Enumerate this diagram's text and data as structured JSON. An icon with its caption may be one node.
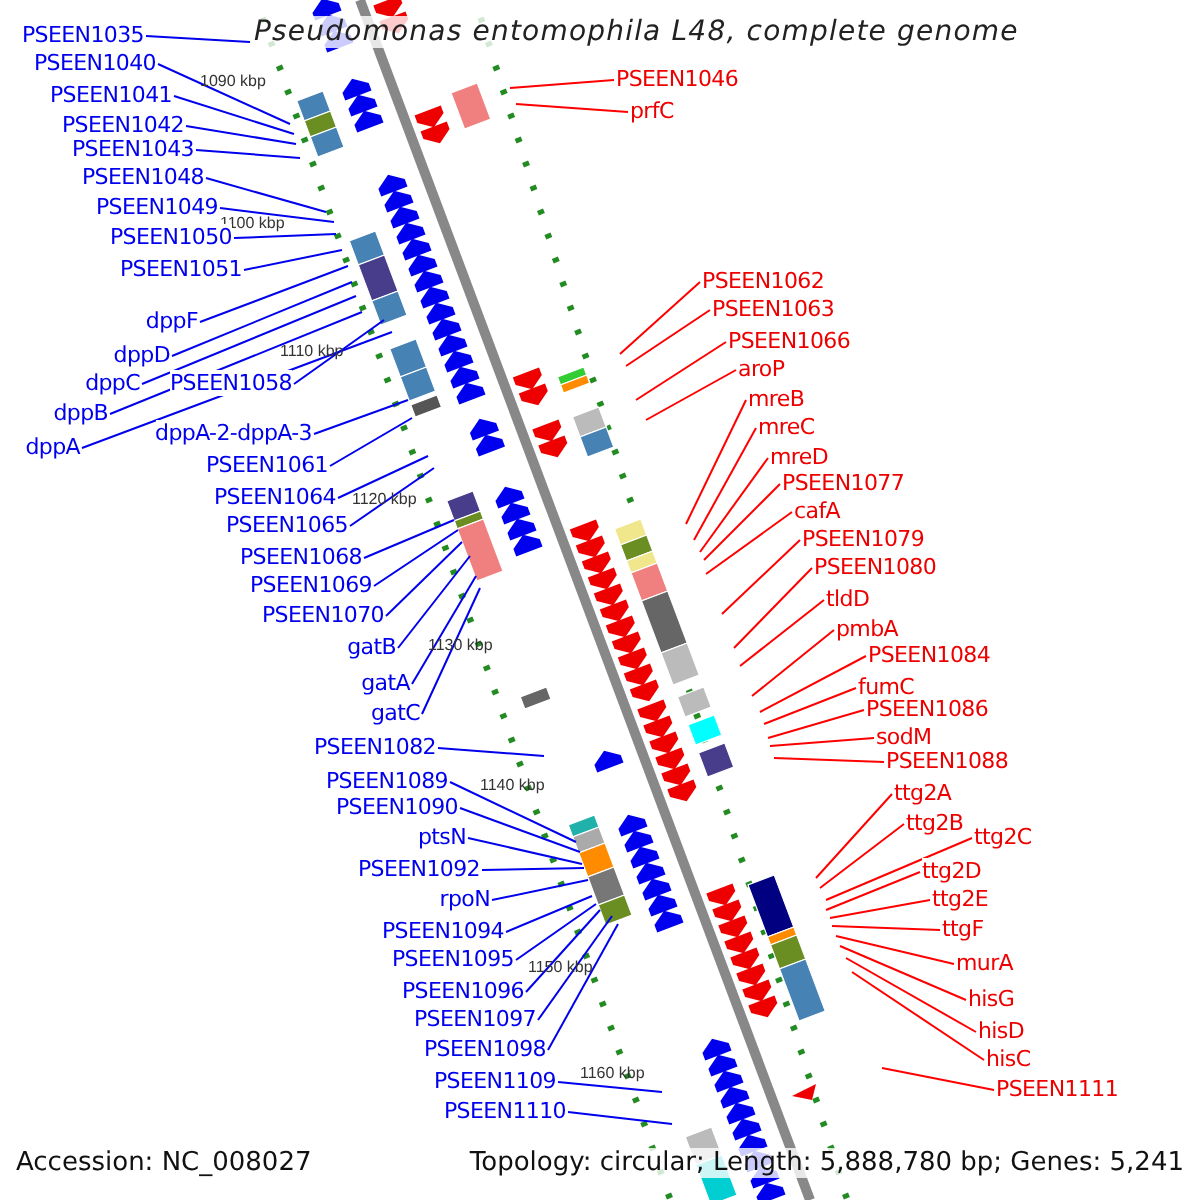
{
  "diagram": {
    "title": "Pseudomonas entomophila L48, complete genome",
    "nodes": [
      {
        "text": [
          "PSEEN1035"
        ]
      },
      {
        "text": [
          "PSEEN1040"
        ]
      },
      {
        "text": [
          "PSEEN1041"
        ]
      },
      {
        "text": [
          "PSEEN1042"
        ]
      },
      {
        "text": [
          "PSEEN1043"
        ]
      },
      {
        "text": [
          "PSEEN1048"
        ]
      },
      {
        "text": [
          "PSEEN1049"
        ]
      },
      {
        "text": [
          "PSEEN1050"
        ]
      },
      {
        "text": [
          "PSEEN1051"
        ]
      },
      {
        "text": [
          "dppF"
        ]
      },
      {
        "text": [
          "dppD"
        ]
      },
      {
        "text": [
          "dppC"
        ]
      },
      {
        "text": [
          "PSEEN1058"
        ]
      },
      {
        "text": [
          "dppB"
        ]
      },
      {
        "text": [
          "dppA"
        ]
      },
      {
        "text": [
          "dppA-2-dppA-3"
        ]
      },
      {
        "text": [
          "PSEEN1061"
        ]
      },
      {
        "text": [
          "PSEEN1064"
        ]
      },
      {
        "text": [
          "PSEEN1065"
        ]
      },
      {
        "text": [
          "PSEEN1068"
        ]
      },
      {
        "text": [
          "PSEEN1069"
        ]
      },
      {
        "text": [
          "PSEEN1070"
        ]
      },
      {
        "text": [
          "gatB"
        ]
      },
      {
        "text": [
          "gatA"
        ]
      },
      {
        "text": [
          "gatC"
        ]
      },
      {
        "text": [
          "PSEEN1082"
        ]
      },
      {
        "text": [
          "PSEEN1089"
        ]
      },
      {
        "text": [
          "PSEEN1090"
        ]
      },
      {
        "text": [
          "ptsN"
        ]
      },
      {
        "text": [
          "PSEEN1092"
        ]
      },
      {
        "text": [
          "rpoN"
        ]
      },
      {
        "text": [
          "PSEEN1094"
        ]
      },
      {
        "text": [
          "PSEEN1095"
        ]
      },
      {
        "text": [
          "PSEEN1096"
        ]
      },
      {
        "text": [
          "PSEEN1097"
        ]
      },
      {
        "text": [
          "PSEEN1098"
        ]
      },
      {
        "text": [
          "PSEEN1109"
        ]
      },
      {
        "text": [
          "PSEEN1110"
        ]
      },
      {
        "text": [
          "PSEEN1046"
        ]
      },
      {
        "text": [
          "prfC"
        ]
      },
      {
        "text": [
          "PSEEN1062"
        ]
      },
      {
        "text": [
          "PSEEN1063"
        ]
      },
      {
        "text": [
          "PSEEN1066"
        ]
      },
      {
        "text": [
          "aroP"
        ]
      },
      {
        "text": [
          "mreB"
        ]
      },
      {
        "text": [
          "mreC"
        ]
      },
      {
        "text": [
          "mreD"
        ]
      },
      {
        "text": [
          "PSEEN1077"
        ]
      },
      {
        "text": [
          "cafA"
        ]
      },
      {
        "text": [
          "PSEEN1079"
        ]
      },
      {
        "text": [
          "PSEEN1080"
        ]
      },
      {
        "text": [
          "tldD"
        ]
      },
      {
        "text": [
          "pmbA"
        ]
      },
      {
        "text": [
          "PSEEN1084"
        ]
      },
      {
        "text": [
          "fumC"
        ]
      },
      {
        "text": [
          "PSEEN1086"
        ]
      },
      {
        "text": [
          "sodM"
        ]
      },
      {
        "text": [
          "PSEEN1088"
        ]
      },
      {
        "text": [
          "ttg2A"
        ]
      },
      {
        "text": [
          "ttg2B"
        ]
      },
      {
        "text": [
          "ttg2C"
        ]
      },
      {
        "text": [
          "ttg2D"
        ]
      },
      {
        "text": [
          "ttg2E"
        ]
      },
      {
        "text": [
          "ttgF"
        ]
      },
      {
        "text": [
          "murA"
        ]
      },
      {
        "text": [
          "hisG"
        ]
      },
      {
        "text": [
          "hisD"
        ]
      },
      {
        "text": [
          "hisC"
        ]
      },
      {
        "text": [
          "PSEEN1111"
        ]
      }
    ],
    "edges": [
      {
        "from": 0,
        "to": null,
        "arrow": "none"
      },
      {
        "from": 1,
        "to": null,
        "arrow": "none"
      },
      {
        "from": 2,
        "to": null,
        "arrow": "none"
      },
      {
        "from": 3,
        "to": null,
        "arrow": "none"
      },
      {
        "from": 4,
        "to": null,
        "arrow": "none"
      },
      {
        "from": 5,
        "to": null,
        "arrow": "none"
      },
      {
        "from": 6,
        "to": null,
        "arrow": "none"
      },
      {
        "from": 7,
        "to": null,
        "arrow": "none"
      },
      {
        "from": 8,
        "to": null,
        "arrow": "none"
      },
      {
        "from": 9,
        "to": null,
        "arrow": "none"
      },
      {
        "from": 10,
        "to": null,
        "arrow": "none"
      },
      {
        "from": 11,
        "to": null,
        "arrow": "none"
      },
      {
        "from": 12,
        "to": null,
        "arrow": "none"
      },
      {
        "from": 13,
        "to": null,
        "arrow": "none"
      },
      {
        "from": 14,
        "to": null,
        "arrow": "none"
      },
      {
        "from": 15,
        "to": null,
        "arrow": "none"
      },
      {
        "from": 16,
        "to": null,
        "arrow": "none"
      },
      {
        "from": 17,
        "to": null,
        "arrow": "none"
      },
      {
        "from": 18,
        "to": null,
        "arrow": "none"
      },
      {
        "from": 19,
        "to": null,
        "arrow": "none"
      },
      {
        "from": 20,
        "to": null,
        "arrow": "none"
      },
      {
        "from": 21,
        "to": null,
        "arrow": "none"
      },
      {
        "from": 22,
        "to": null,
        "arrow": "none"
      },
      {
        "from": 23,
        "to": null,
        "arrow": "none"
      },
      {
        "from": 24,
        "to": null,
        "arrow": "none"
      },
      {
        "from": 25,
        "to": null,
        "arrow": "none"
      },
      {
        "from": 26,
        "to": null,
        "arrow": "none"
      },
      {
        "from": 27,
        "to": null,
        "arrow": "none"
      },
      {
        "from": 28,
        "to": null,
        "arrow": "none"
      },
      {
        "from": 29,
        "to": null,
        "arrow": "none"
      },
      {
        "from": 30,
        "to": null,
        "arrow": "none"
      },
      {
        "from": 31,
        "to": null,
        "arrow": "none"
      },
      {
        "from": 32,
        "to": null,
        "arrow": "none"
      },
      {
        "from": 33,
        "to": null,
        "arrow": "none"
      },
      {
        "from": 34,
        "to": null,
        "arrow": "none"
      },
      {
        "from": 35,
        "to": null,
        "arrow": "none"
      },
      {
        "from": 36,
        "to": null,
        "arrow": "none"
      },
      {
        "from": 37,
        "to": null,
        "arrow": "none"
      },
      {
        "from": 38,
        "to": null,
        "arrow": "none",
        "color": "#ff0000"
      },
      {
        "from": 39,
        "to": null,
        "arrow": "none",
        "color": "#ff0000"
      },
      {
        "from": 40,
        "to": null,
        "arrow": "none",
        "color": "#ff0000"
      },
      {
        "from": 41,
        "to": null,
        "arrow": "none",
        "color": "#ff0000"
      },
      {
        "from": 42,
        "to": null,
        "arrow": "none",
        "color": "#ff0000"
      },
      {
        "from": 43,
        "to": null,
        "arrow": "none",
        "color": "#ff0000"
      },
      {
        "from": 44,
        "to": null,
        "arrow": "none",
        "color": "#ff0000"
      },
      {
        "from": 45,
        "to": null,
        "arrow": "none",
        "color": "#ff0000"
      },
      {
        "from": 46,
        "to": null,
        "arrow": "none",
        "color": "#ff0000"
      },
      {
        "from": 47,
        "to": null,
        "arrow": "none",
        "color": "#ff0000"
      },
      {
        "from": 48,
        "to": null,
        "arrow": "none",
        "color": "#ff0000"
      },
      {
        "from": 49,
        "to": null,
        "arrow": "none",
        "color": "#ff0000"
      },
      {
        "from": 50,
        "to": null,
        "arrow": "none",
        "color": "#ff0000"
      },
      {
        "from": 51,
        "to": null,
        "arrow": "none",
        "color": "#ff0000"
      },
      {
        "from": 52,
        "to": null,
        "arrow": "none",
        "color": "#ff0000"
      },
      {
        "from": 53,
        "to": null,
        "arrow": "none",
        "color": "#ff0000"
      },
      {
        "from": 54,
        "to": null,
        "arrow": "none",
        "color": "#ff0000"
      },
      {
        "from": 55,
        "to": null,
        "arrow": "none",
        "color": "#ff0000"
      },
      {
        "from": 56,
        "to": null,
        "arrow": "none",
        "color": "#ff0000"
      },
      {
        "from": 57,
        "to": null,
        "arrow": "none",
        "color": "#ff0000"
      },
      {
        "from": 58,
        "to": null,
        "arrow": "none",
        "color": "#ff0000"
      },
      {
        "from": 59,
        "to": null,
        "arrow": "none",
        "color": "#ff0000"
      },
      {
        "from": 60,
        "to": null,
        "arrow": "none",
        "color": "#ff0000"
      },
      {
        "from": 61,
        "to": null,
        "arrow": "none",
        "color": "#ff0000"
      },
      {
        "from": 62,
        "to": null,
        "arrow": "none",
        "color": "#ff0000"
      },
      {
        "from": 63,
        "to": null,
        "arrow": "none",
        "color": "#ff0000"
      },
      {
        "from": 64,
        "to": null,
        "arrow": "none",
        "color": "#ff0000"
      },
      {
        "from": 65,
        "to": null,
        "arrow": "none",
        "color": "#ff0000"
      },
      {
        "from": 66,
        "to": null,
        "arrow": "none",
        "color": "#ff0000"
      },
      {
        "from": 67,
        "to": null,
        "arrow": "none",
        "color": "#ff0000"
      },
      {
        "from": 68,
        "to": null,
        "arrow": "none",
        "color": "#ff0000"
      }
    ],
    "labels": [
      "1090 kbp",
      "1100 kbp",
      "1110 kbp",
      "1120 kbp",
      "1130 kbp",
      "1140 kbp",
      "1150 kbp",
      "1160 kbp",
      "Accession: NC_008027",
      "Topology: circular; Length: 5,888,780 bp; Genes: 5,241"
    ]
  }
}
